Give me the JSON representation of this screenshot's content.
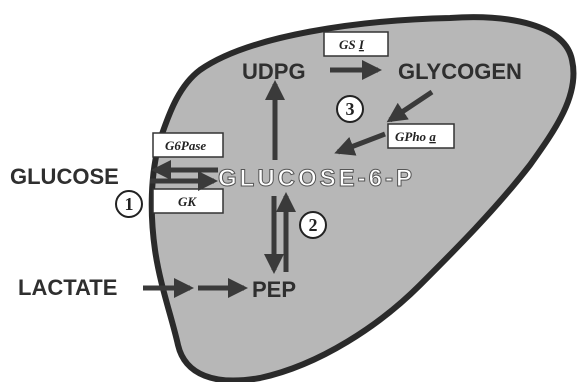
{
  "nodes": {
    "udpg": "UDPG",
    "glycogen": "GLYCOGEN",
    "glucose": "GLUCOSE",
    "glucose6p": "GLUCOSE-6-P",
    "lactate": "LACTATE",
    "pep": "PEP"
  },
  "enzymes": {
    "gs": "GS",
    "gs_suffix": "I",
    "gpho": "GPho",
    "gpho_suffix": "a",
    "g6pase": "G6Pase",
    "gk": "GK"
  },
  "steps": [
    "1",
    "2",
    "3"
  ],
  "colors": {
    "liver_fill": "#b7b7b7",
    "liver_outline": "#2a2a2a",
    "arrow": "#3a3a3a"
  }
}
